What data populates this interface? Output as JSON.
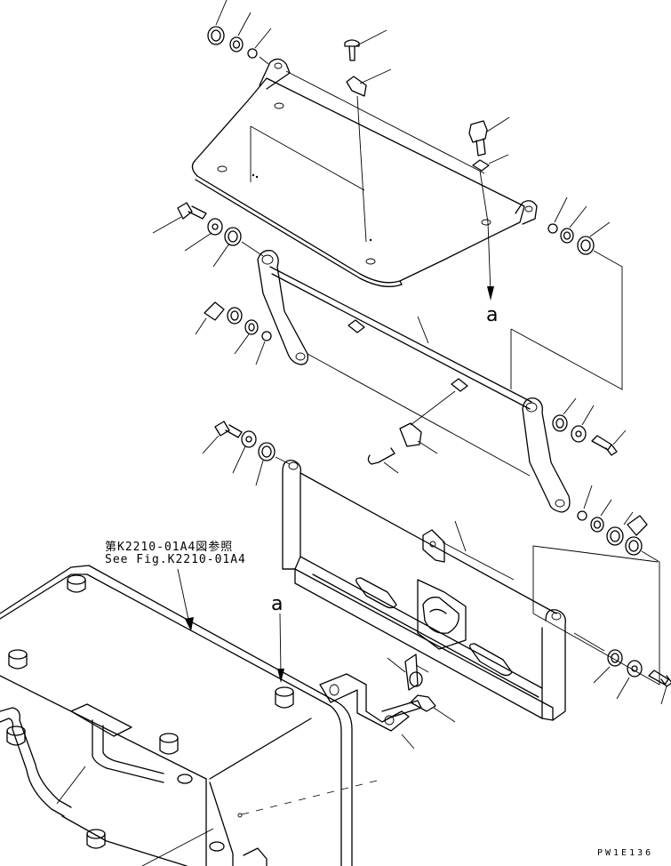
{
  "reference": {
    "jp": "第K2210-01A4図参照",
    "en": "See Fig.K2210-01A4"
  },
  "labels": {
    "a_top": "a",
    "a_bottom": "a"
  },
  "drawing_code": "PW1E136",
  "colors": {
    "line": "#000000",
    "background": "#ffffff"
  }
}
